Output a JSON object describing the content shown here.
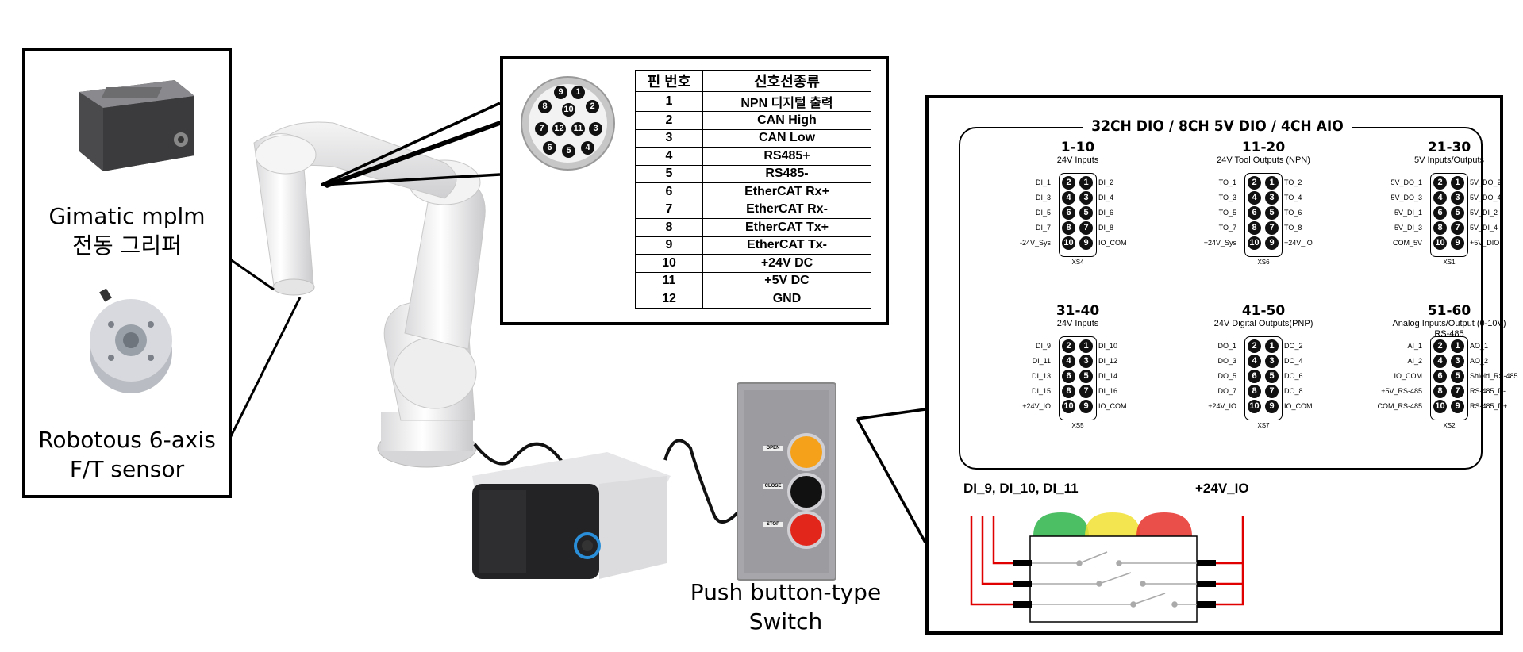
{
  "gripper_caption": [
    "Gimatic mplm",
    "전동 그리퍼"
  ],
  "sensor_caption": [
    "Robotous 6-axis",
    "F/T sensor"
  ],
  "switch_caption": [
    "Push button-type",
    "Switch"
  ],
  "connector_pins": [
    "9",
    "1",
    "8",
    "10",
    "2",
    "7",
    "12",
    "11",
    "3",
    "6",
    "5",
    "4"
  ],
  "pin_table": {
    "headers": [
      "핀 번호",
      "신호선종류"
    ],
    "rows": [
      [
        "1",
        "NPN 디지털 출력"
      ],
      [
        "2",
        "CAN High"
      ],
      [
        "3",
        "CAN Low"
      ],
      [
        "4",
        "RS485+"
      ],
      [
        "5",
        "RS485-"
      ],
      [
        "6",
        "EtherCAT Rx+"
      ],
      [
        "7",
        "EtherCAT Rx-"
      ],
      [
        "8",
        "EtherCAT Tx+"
      ],
      [
        "9",
        "EtherCAT Tx-"
      ],
      [
        "10",
        "+24V DC"
      ],
      [
        "11",
        "+5V DC"
      ],
      [
        "12",
        "GND"
      ]
    ]
  },
  "io_panel": {
    "title": "32CH DIO / 8CH 5V DIO / 4CH AIO",
    "groups": [
      {
        "range": "1-10",
        "sub": "24V Inputs",
        "sub2": "",
        "connector": "XS4",
        "left": [
          "DI_1",
          "DI_3",
          "DI_5",
          "DI_7",
          "-24V_Sys"
        ],
        "right": [
          "DI_2",
          "DI_4",
          "DI_6",
          "DI_8",
          "IO_COM"
        ]
      },
      {
        "range": "11-20",
        "sub": "24V Tool Outputs (NPN)",
        "sub2": "",
        "connector": "XS6",
        "left": [
          "TO_1",
          "TO_3",
          "TO_5",
          "TO_7",
          "+24V_Sys"
        ],
        "right": [
          "TO_2",
          "TO_4",
          "TO_6",
          "TO_8",
          "+24V_IO"
        ]
      },
      {
        "range": "21-30",
        "sub": "5V Inputs/Outputs",
        "sub2": "",
        "connector": "XS1",
        "left": [
          "5V_DO_1",
          "5V_DO_3",
          "5V_DI_1",
          "5V_DI_3",
          "COM_5V"
        ],
        "right": [
          "5V_DO_2",
          "5V_DO_4",
          "5V_DI_2",
          "5V_DI_4",
          "+5V_DIO"
        ]
      },
      {
        "range": "31-40",
        "sub": "24V Inputs",
        "sub2": "",
        "connector": "XS5",
        "left": [
          "DI_9",
          "DI_11",
          "DI_13",
          "DI_15",
          "+24V_IO"
        ],
        "right": [
          "DI_10",
          "DI_12",
          "DI_14",
          "DI_16",
          "IO_COM"
        ]
      },
      {
        "range": "41-50",
        "sub": "24V Digital Outputs(PNP)",
        "sub2": "",
        "connector": "XS7",
        "left": [
          "DO_1",
          "DO_3",
          "DO_5",
          "DO_7",
          "+24V_IO"
        ],
        "right": [
          "DO_2",
          "DO_4",
          "DO_6",
          "DO_8",
          "IO_COM"
        ]
      },
      {
        "range": "51-60",
        "sub": "Analog Inputs/Output (0-10V)",
        "sub2": "RS-485",
        "connector": "XS2",
        "left": [
          "AI_1",
          "AI_2",
          "IO_COM",
          "+5V_RS-485",
          "COM_RS-485"
        ],
        "right": [
          "AO_1",
          "AO_2",
          "Shield_RS-485",
          "RS-485_D-",
          "RS-485_D+"
        ]
      }
    ],
    "pin_left": [
      "2",
      "4",
      "6",
      "8",
      "10"
    ],
    "pin_right": [
      "1",
      "3",
      "5",
      "7",
      "9"
    ]
  },
  "switch_wiring": {
    "left_signals": "DI_9, DI_10, DI_11",
    "right_signal": "+24V_IO"
  },
  "button_labels": [
    "OPEN",
    "CLOSE",
    "STOP"
  ],
  "colors": {
    "wire_red": "#e00000",
    "btn_green": "#2db44a",
    "btn_yellow": "#f0e130",
    "btn_red": "#e8302a",
    "orange_button": "#f5a11a",
    "black_button": "#111111",
    "red_button": "#e3261b",
    "led_blue": "#2a8fd8"
  }
}
